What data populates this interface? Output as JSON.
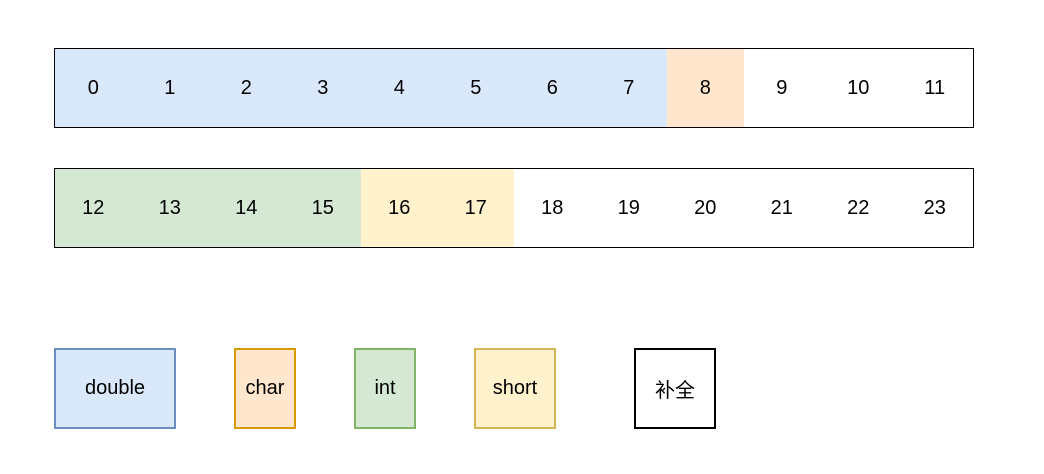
{
  "colors": {
    "double": {
      "fill": "#dae8fc",
      "stroke": "#6c8ebf"
    },
    "char": {
      "fill": "#ffe6cc",
      "stroke": "#d79b00"
    },
    "int": {
      "fill": "#d5e8d4",
      "stroke": "#82b366"
    },
    "short": {
      "fill": "#fff2cc",
      "stroke": "#d6b656"
    },
    "padding": {
      "fill": "#ffffff",
      "stroke": "#000000"
    }
  },
  "rows": [
    {
      "cells": [
        {
          "label": "0",
          "type": "double"
        },
        {
          "label": "1",
          "type": "double"
        },
        {
          "label": "2",
          "type": "double"
        },
        {
          "label": "3",
          "type": "double"
        },
        {
          "label": "4",
          "type": "double"
        },
        {
          "label": "5",
          "type": "double"
        },
        {
          "label": "6",
          "type": "double"
        },
        {
          "label": "7",
          "type": "double"
        },
        {
          "label": "8",
          "type": "char"
        },
        {
          "label": "9",
          "type": "padding"
        },
        {
          "label": "10",
          "type": "padding"
        },
        {
          "label": "11",
          "type": "padding"
        }
      ]
    },
    {
      "cells": [
        {
          "label": "12",
          "type": "int"
        },
        {
          "label": "13",
          "type": "int"
        },
        {
          "label": "14",
          "type": "int"
        },
        {
          "label": "15",
          "type": "int"
        },
        {
          "label": "16",
          "type": "short"
        },
        {
          "label": "17",
          "type": "short"
        },
        {
          "label": "18",
          "type": "padding"
        },
        {
          "label": "19",
          "type": "padding"
        },
        {
          "label": "20",
          "type": "padding"
        },
        {
          "label": "21",
          "type": "padding"
        },
        {
          "label": "22",
          "type": "padding"
        },
        {
          "label": "23",
          "type": "padding"
        }
      ]
    }
  ],
  "legend": {
    "items": [
      {
        "label": "double",
        "type": "double"
      },
      {
        "label": "char",
        "type": "char"
      },
      {
        "label": "int",
        "type": "int"
      },
      {
        "label": "short",
        "type": "short"
      },
      {
        "label": "补全",
        "type": "padding"
      }
    ]
  }
}
